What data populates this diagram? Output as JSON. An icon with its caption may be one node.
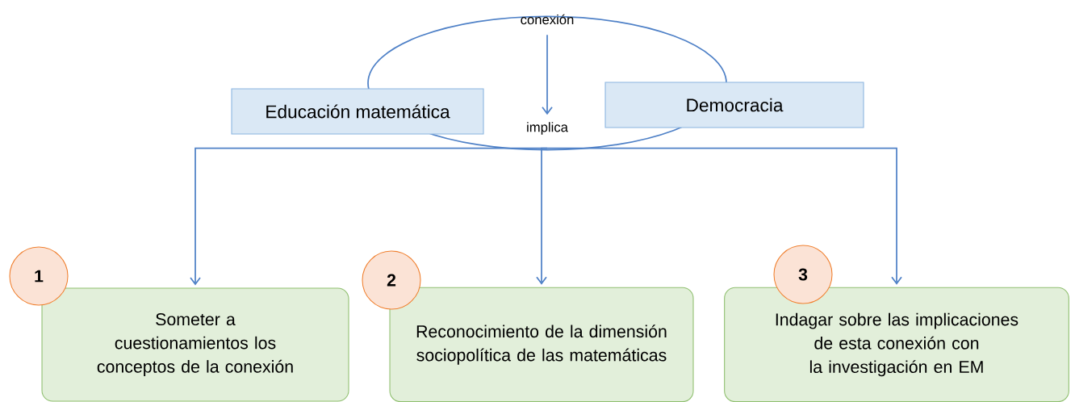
{
  "diagram": {
    "nodes": [
      {
        "text": [
          "conexión"
        ]
      },
      {
        "text": [],
        "shape": "ellipse"
      },
      {
        "text": [
          "Educación matemática"
        ]
      },
      {
        "text": [
          "Democracia"
        ]
      },
      {
        "text": [
          "implica"
        ],
        "in": 1
      },
      {
        "text": [
          "1"
        ]
      },
      {
        "text": [
          "2"
        ]
      },
      {
        "text": [
          "3"
        ]
      },
      {
        "text": [
          "Someter a cuestionamientos los conceptos de la conexión"
        ]
      },
      {
        "text": [
          "Reconocimiento de la dimensión sociopolítica de las matemáticas"
        ]
      },
      {
        "text": [
          "Indagar sobre las implicaciones de esta conexión con la investigación en EM"
        ]
      }
    ],
    "edges": [
      {
        "from": 0,
        "to": 4,
        "arrow": "to"
      },
      {
        "from": 4,
        "to": 8,
        "arrow": "to"
      },
      {
        "from": 4,
        "to": 9,
        "arrow": "to"
      },
      {
        "from": 4,
        "to": 10,
        "arrow": "to"
      }
    ]
  }
}
